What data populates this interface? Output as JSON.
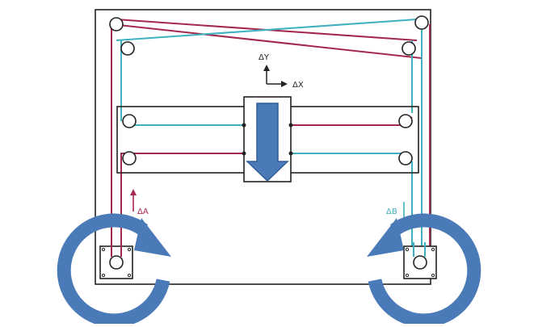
{
  "labels": {
    "delta_y": "ΔY",
    "delta_x": "ΔX",
    "delta_a": "ΔA",
    "delta_b": "ΔB"
  },
  "colors": {
    "frame": "#222222",
    "belt_red": "#a3284c",
    "belt_cyan": "#3fb0c0",
    "motion_blue": "#4a7ab8",
    "motion_blue_dark": "#2f5c96"
  }
}
